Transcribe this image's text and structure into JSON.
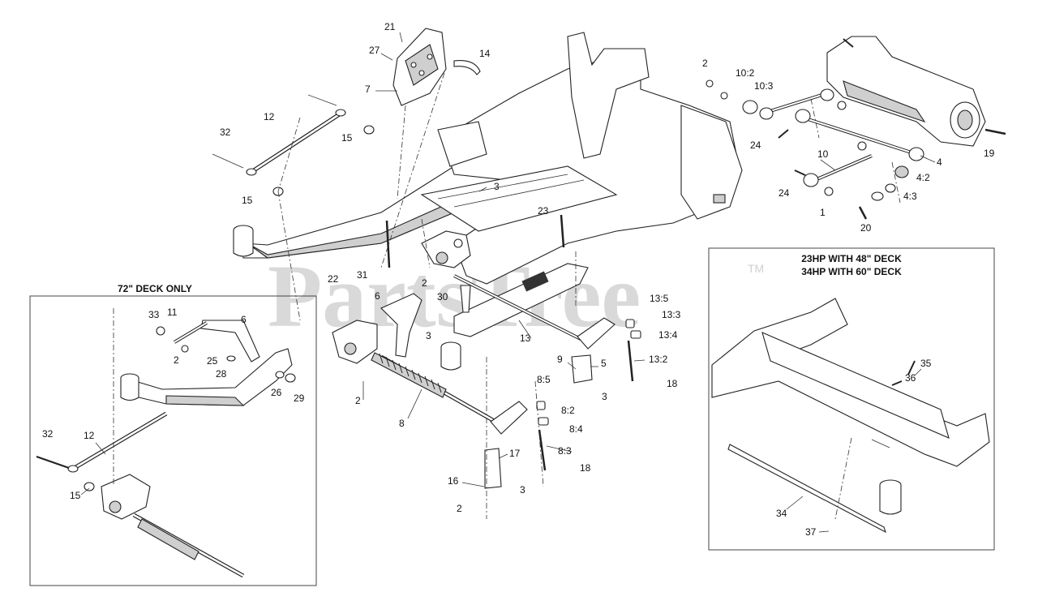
{
  "watermark": {
    "text": "PartsTree",
    "tm": "TM"
  },
  "inset_72": {
    "title": "72\" DECK ONLY",
    "callouts": [
      "33",
      "11",
      "6",
      "2",
      "25",
      "28",
      "26",
      "29",
      "32",
      "12",
      "15"
    ]
  },
  "inset_48_60": {
    "title_line1": "23HP WITH 48\" DECK",
    "title_line2": "34HP WITH 60\" DECK",
    "callouts": [
      "35",
      "36",
      "34",
      "37"
    ]
  },
  "main": {
    "callouts": [
      "21",
      "27",
      "14",
      "7",
      "12",
      "32",
      "15",
      "15",
      "3",
      "23",
      "22",
      "31",
      "2",
      "30",
      "6",
      "3",
      "2",
      "8",
      "13",
      "13:5",
      "13:3",
      "13:4",
      "13:2",
      "9",
      "5",
      "18",
      "3",
      "8:5",
      "8:2",
      "8:4",
      "8:3",
      "17",
      "16",
      "3",
      "18",
      "2",
      "2",
      "10:2",
      "10:3",
      "24",
      "10",
      "24",
      "1",
      "4",
      "4:2",
      "4:3",
      "20",
      "19"
    ]
  }
}
